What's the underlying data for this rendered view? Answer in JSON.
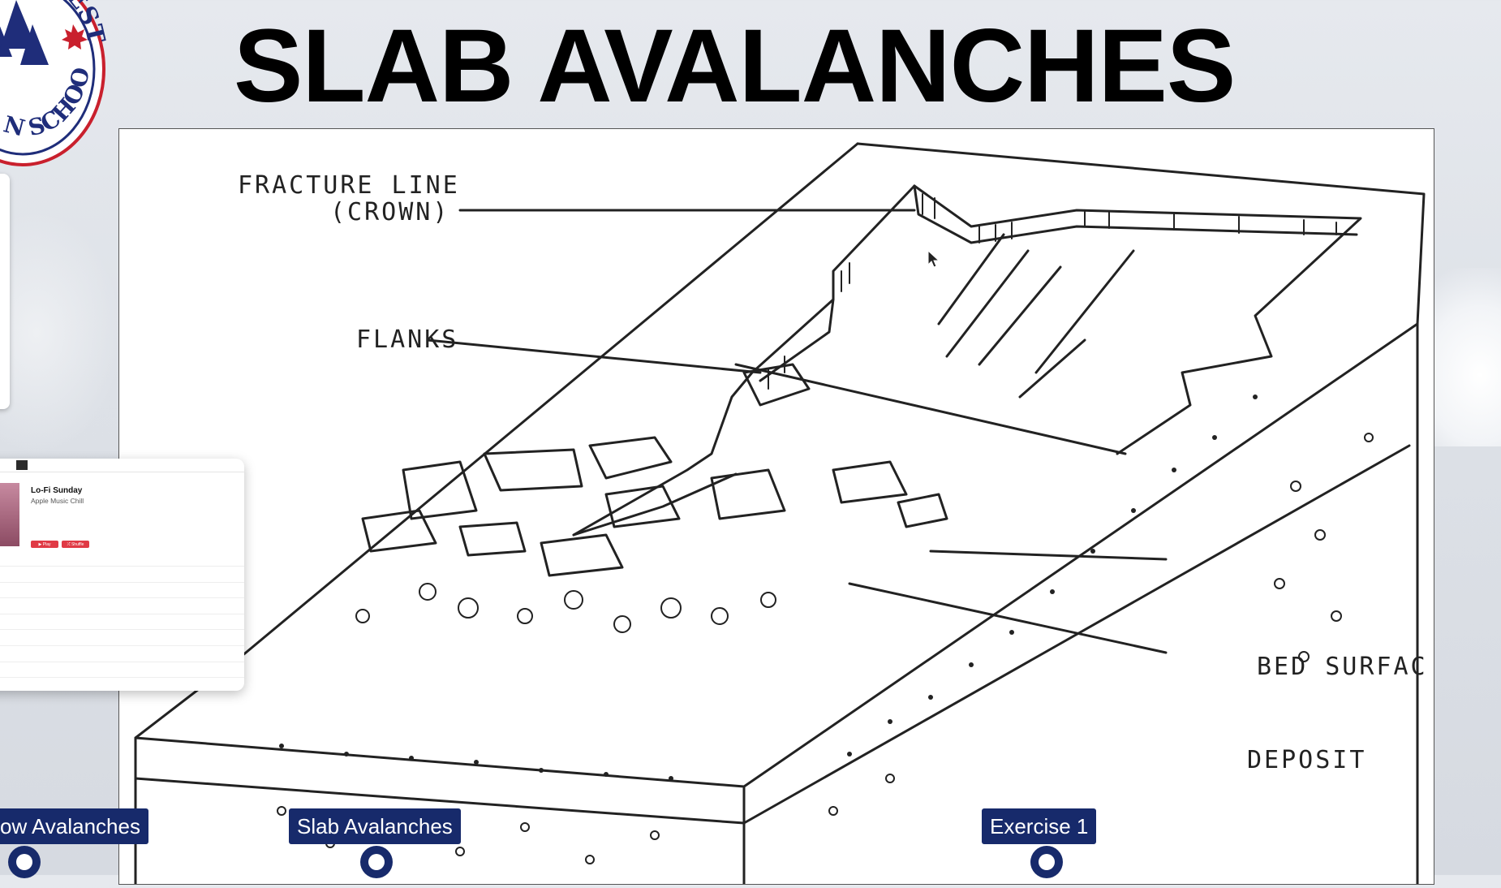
{
  "slide": {
    "title": "SLAB AVALANCHES",
    "logo": {
      "text_top": "WEST",
      "text_bottom": "N SCHOOL"
    }
  },
  "diagram": {
    "labels": {
      "fracture_line": "FRACTURE LINE",
      "crown": "(CROWN)",
      "flanks": "FLANKS",
      "bed_surface": "BED SURFAC",
      "deposit": "DEPOSIT"
    }
  },
  "music_window": {
    "playlist_title": "Lo-Fi Sunday",
    "playlist_subtitle": "Apple Music Chill",
    "play_label": "▶ Play",
    "shuffle_label": "⤮ Shuffle"
  },
  "chapters": [
    {
      "label": "ow Avalanches"
    },
    {
      "label": "Slab Avalanches"
    },
    {
      "label": "Exercise 1"
    }
  ],
  "colors": {
    "chapter_bg": "#172a6b",
    "logo_blue": "#1f2d7a",
    "logo_red": "#c9202d"
  }
}
